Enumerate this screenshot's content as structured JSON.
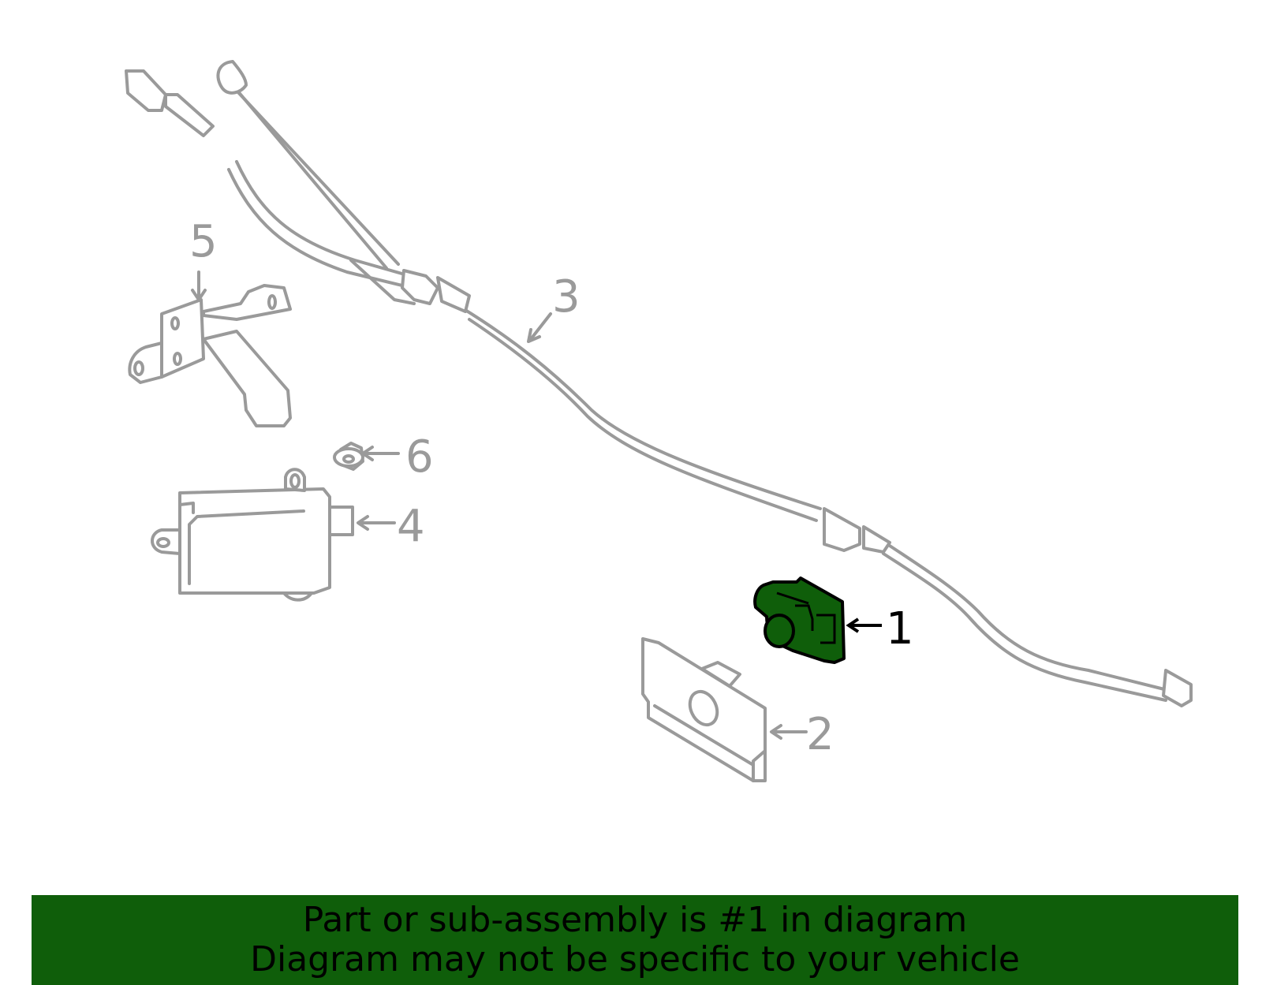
{
  "callouts": {
    "c1": "1",
    "c2": "2",
    "c3": "3",
    "c4": "4",
    "c5": "5",
    "c6": "6"
  },
  "banner": {
    "line1": "Part or sub-assembly is #1 in diagram",
    "line2": "Diagram may not be specific to your vehicle"
  },
  "colors": {
    "highlight": "#0f5e0a",
    "part_outline": "#9a9a9a",
    "banner_text": "#000000"
  }
}
